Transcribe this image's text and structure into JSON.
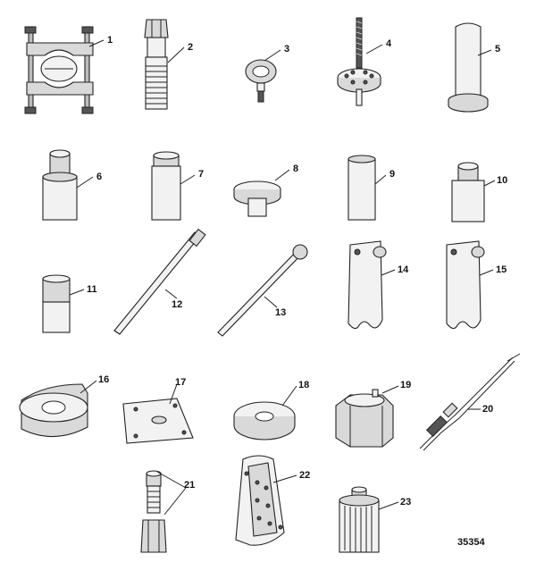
{
  "callouts": [
    "1",
    "2",
    "3",
    "4",
    "5",
    "6",
    "7",
    "8",
    "9",
    "10",
    "11",
    "12",
    "13",
    "14",
    "15",
    "16",
    "17",
    "18",
    "19",
    "20",
    "21",
    "22",
    "23"
  ],
  "reference_number": "35354",
  "colors": {
    "line": "#222222",
    "light_fill": "#f2f2f2",
    "mid_fill": "#d9d9d9",
    "dark_fill": "#555555",
    "background": "#ffffff"
  }
}
